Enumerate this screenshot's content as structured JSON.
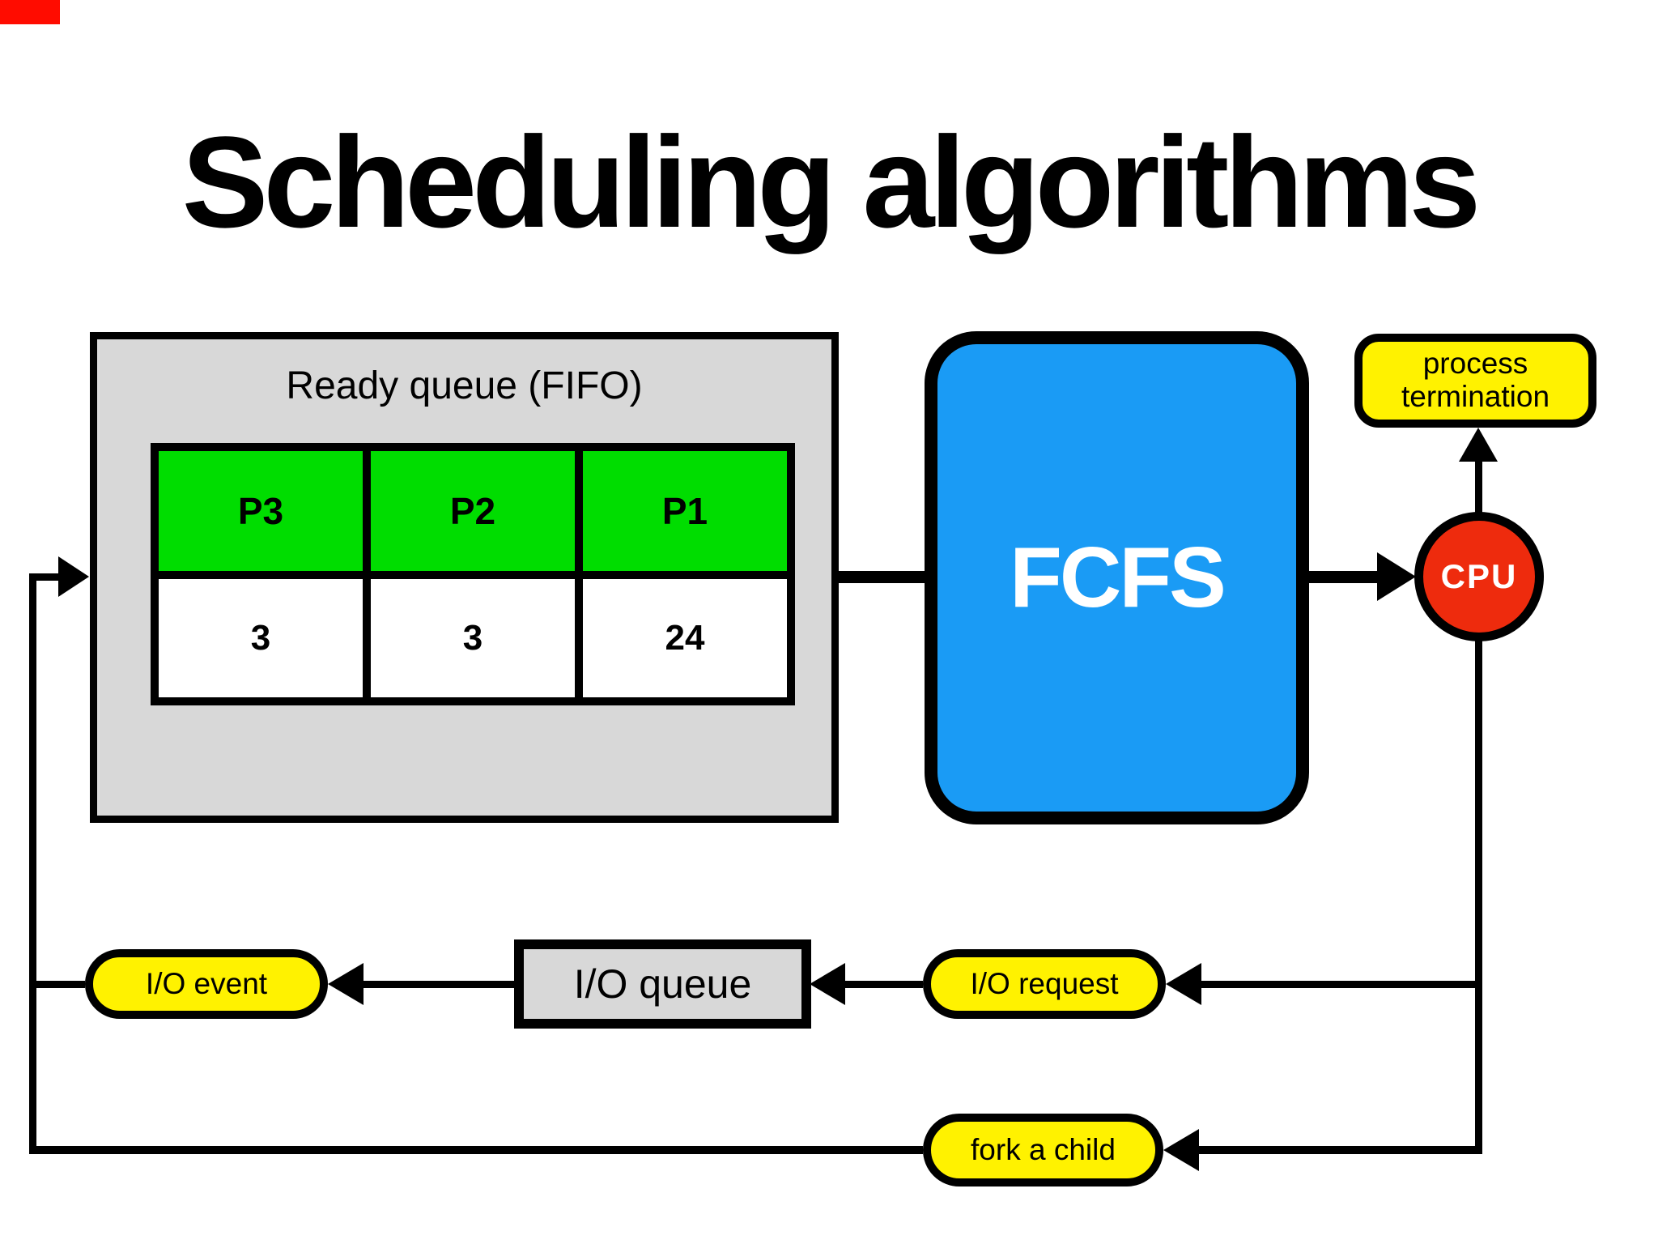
{
  "title": "Scheduling algorithms",
  "ready_queue": {
    "label": "Ready queue (FIFO)",
    "cells": [
      {
        "process": "P3",
        "burst": "3"
      },
      {
        "process": "P2",
        "burst": "3"
      },
      {
        "process": "P1",
        "burst": "24"
      }
    ]
  },
  "scheduler": {
    "label": "FCFS"
  },
  "cpu": {
    "label": "CPU"
  },
  "termination": {
    "label": "process\ntermination"
  },
  "io": {
    "event_label": "I/O event",
    "queue_label": "I/O queue",
    "request_label": "I/O request"
  },
  "fork": {
    "label": "fork a child"
  },
  "colors": {
    "panel_gray": "#D8D8D8",
    "process_green": "#00DD00",
    "scheduler_blue": "#1A9BF5",
    "cpu_red": "#EE2B0D",
    "badge_yellow": "#FFF200",
    "line_black": "#000000",
    "corner_marker_red": "#FF0C00"
  }
}
